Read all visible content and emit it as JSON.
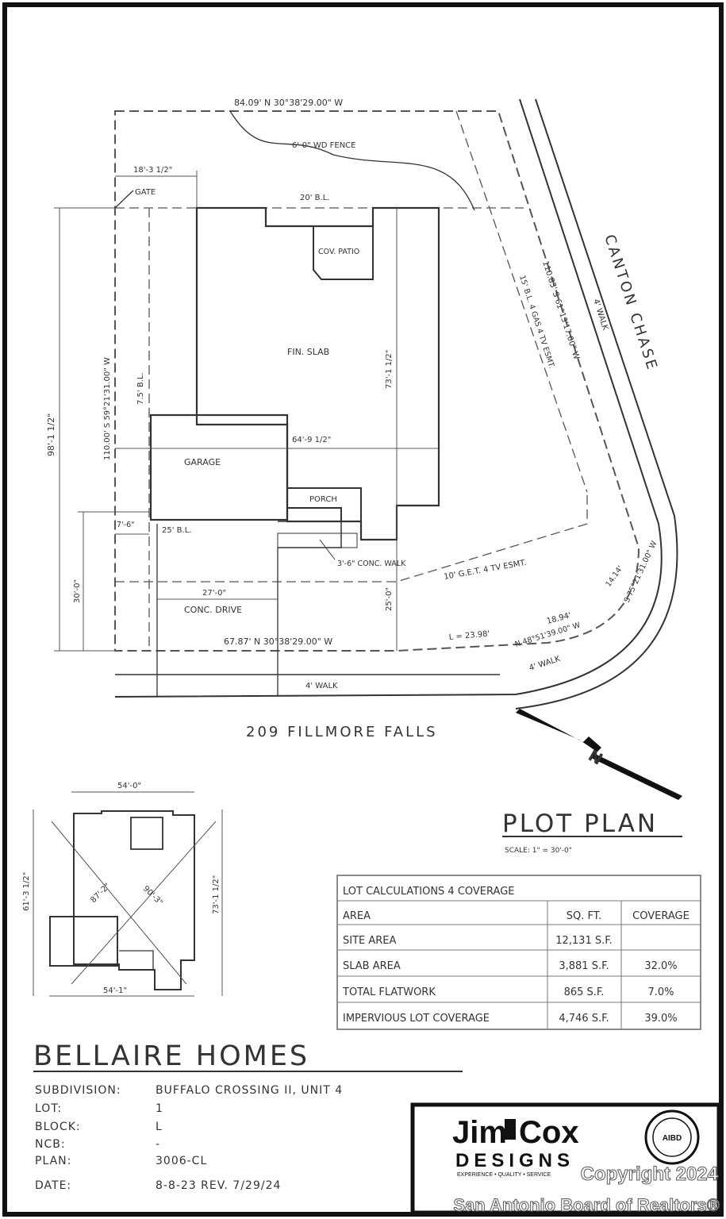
{
  "plan": {
    "street_name": "CANTON CHASE",
    "address_street": "209 FILLMORE FALLS",
    "north_label": "N",
    "labels": {
      "top_bearing": "84.09' N 30°38'29.00\" W",
      "fence": "6'-0\" WD FENCE",
      "setback_side": "18'-3 1/2\"",
      "gate": "GATE",
      "rear_bl": "20' B.L.",
      "cov_patio": "COV. PATIO",
      "fin_slab": "FIN. SLAB",
      "side_bl": "7.5' B.L.",
      "depth_dim": "73'-1 1/2\"",
      "left_bearing": "110.00' S 59°21'31.00\" W",
      "lot_depth": "98'-1 1/2\"",
      "right_bearing": "110.83' S 61°13'17.00\" W",
      "right_bl": "15' B.L. 4 GAS 4 TV ESMT.",
      "walk_right": "4' WALK",
      "width_dim": "64'-9 1/2\"",
      "garage": "GARAGE",
      "porch": "PORCH",
      "offset_small": "7'-6\"",
      "front_bl": "25' B.L.",
      "conc_walk": "3'-6\" CONC. WALK",
      "ease_front": "10' G.E.T. 4 TV ESMT.",
      "front_setback_dim": "30'-0\"",
      "drive_width": "27'-0\"",
      "conc_drive": "CONC. DRIVE",
      "front_depth": "25'-0\"",
      "front_bearing": "67.87' N 30°38'29.00\" W",
      "arc": "L = 23.98'",
      "arc_chord": "18.94'",
      "chord_bearing": "N 48°51'39.00\" W",
      "chord2": "14.14'",
      "chord2_bearing": "S 75°21'31.00\" W",
      "walk_front_curve": "4' WALK",
      "walk_front": "4' WALK"
    }
  },
  "key_plan": {
    "top": "54'-0\"",
    "left": "61'-3 1/2\"",
    "right": "73'-1 1/2\"",
    "bottom": "54'-1\"",
    "diag1": "87'-2\"",
    "diag2": "90'-3\""
  },
  "title": {
    "heading": "PLOT PLAN",
    "scale": "SCALE: 1\" = 30'-0\""
  },
  "lot_table": {
    "title": "LOT CALCULATIONS 4 COVERAGE",
    "headers": [
      "AREA",
      "SQ. FT.",
      "COVERAGE"
    ],
    "rows": [
      [
        "SITE AREA",
        "12,131 S.F.",
        ""
      ],
      [
        "SLAB AREA",
        "3,881 S.F.",
        "32.0%"
      ],
      [
        "TOTAL FLATWORK",
        "865 S.F.",
        "7.0%"
      ],
      [
        "IMPERVIOUS LOT COVERAGE",
        "4,746 S.F.",
        "39.0%"
      ]
    ]
  },
  "builder": {
    "name": "BELLAIRE HOMES",
    "fields": [
      {
        "label": "SUBDIVISION:",
        "value": "BUFFALO CROSSING II, UNIT 4"
      },
      {
        "label": "LOT:",
        "value": "1"
      },
      {
        "label": "BLOCK:",
        "value": "L"
      },
      {
        "label": "NCB:",
        "value": "-"
      },
      {
        "label": "PLAN:",
        "value": "3006-CL"
      },
      {
        "label": "DATE:",
        "value": "8-8-23  REV. 7/29/24"
      }
    ]
  },
  "logo": {
    "name_left": "Jim",
    "name_right": "Cox",
    "sub": "DESIGNS",
    "tag": "EXPERIENCE • QUALITY • SERVICE",
    "seal": "AIBD"
  },
  "watermark": {
    "line1": "Copyright 2024",
    "line2": "San Antonio Board of Realtors®"
  }
}
